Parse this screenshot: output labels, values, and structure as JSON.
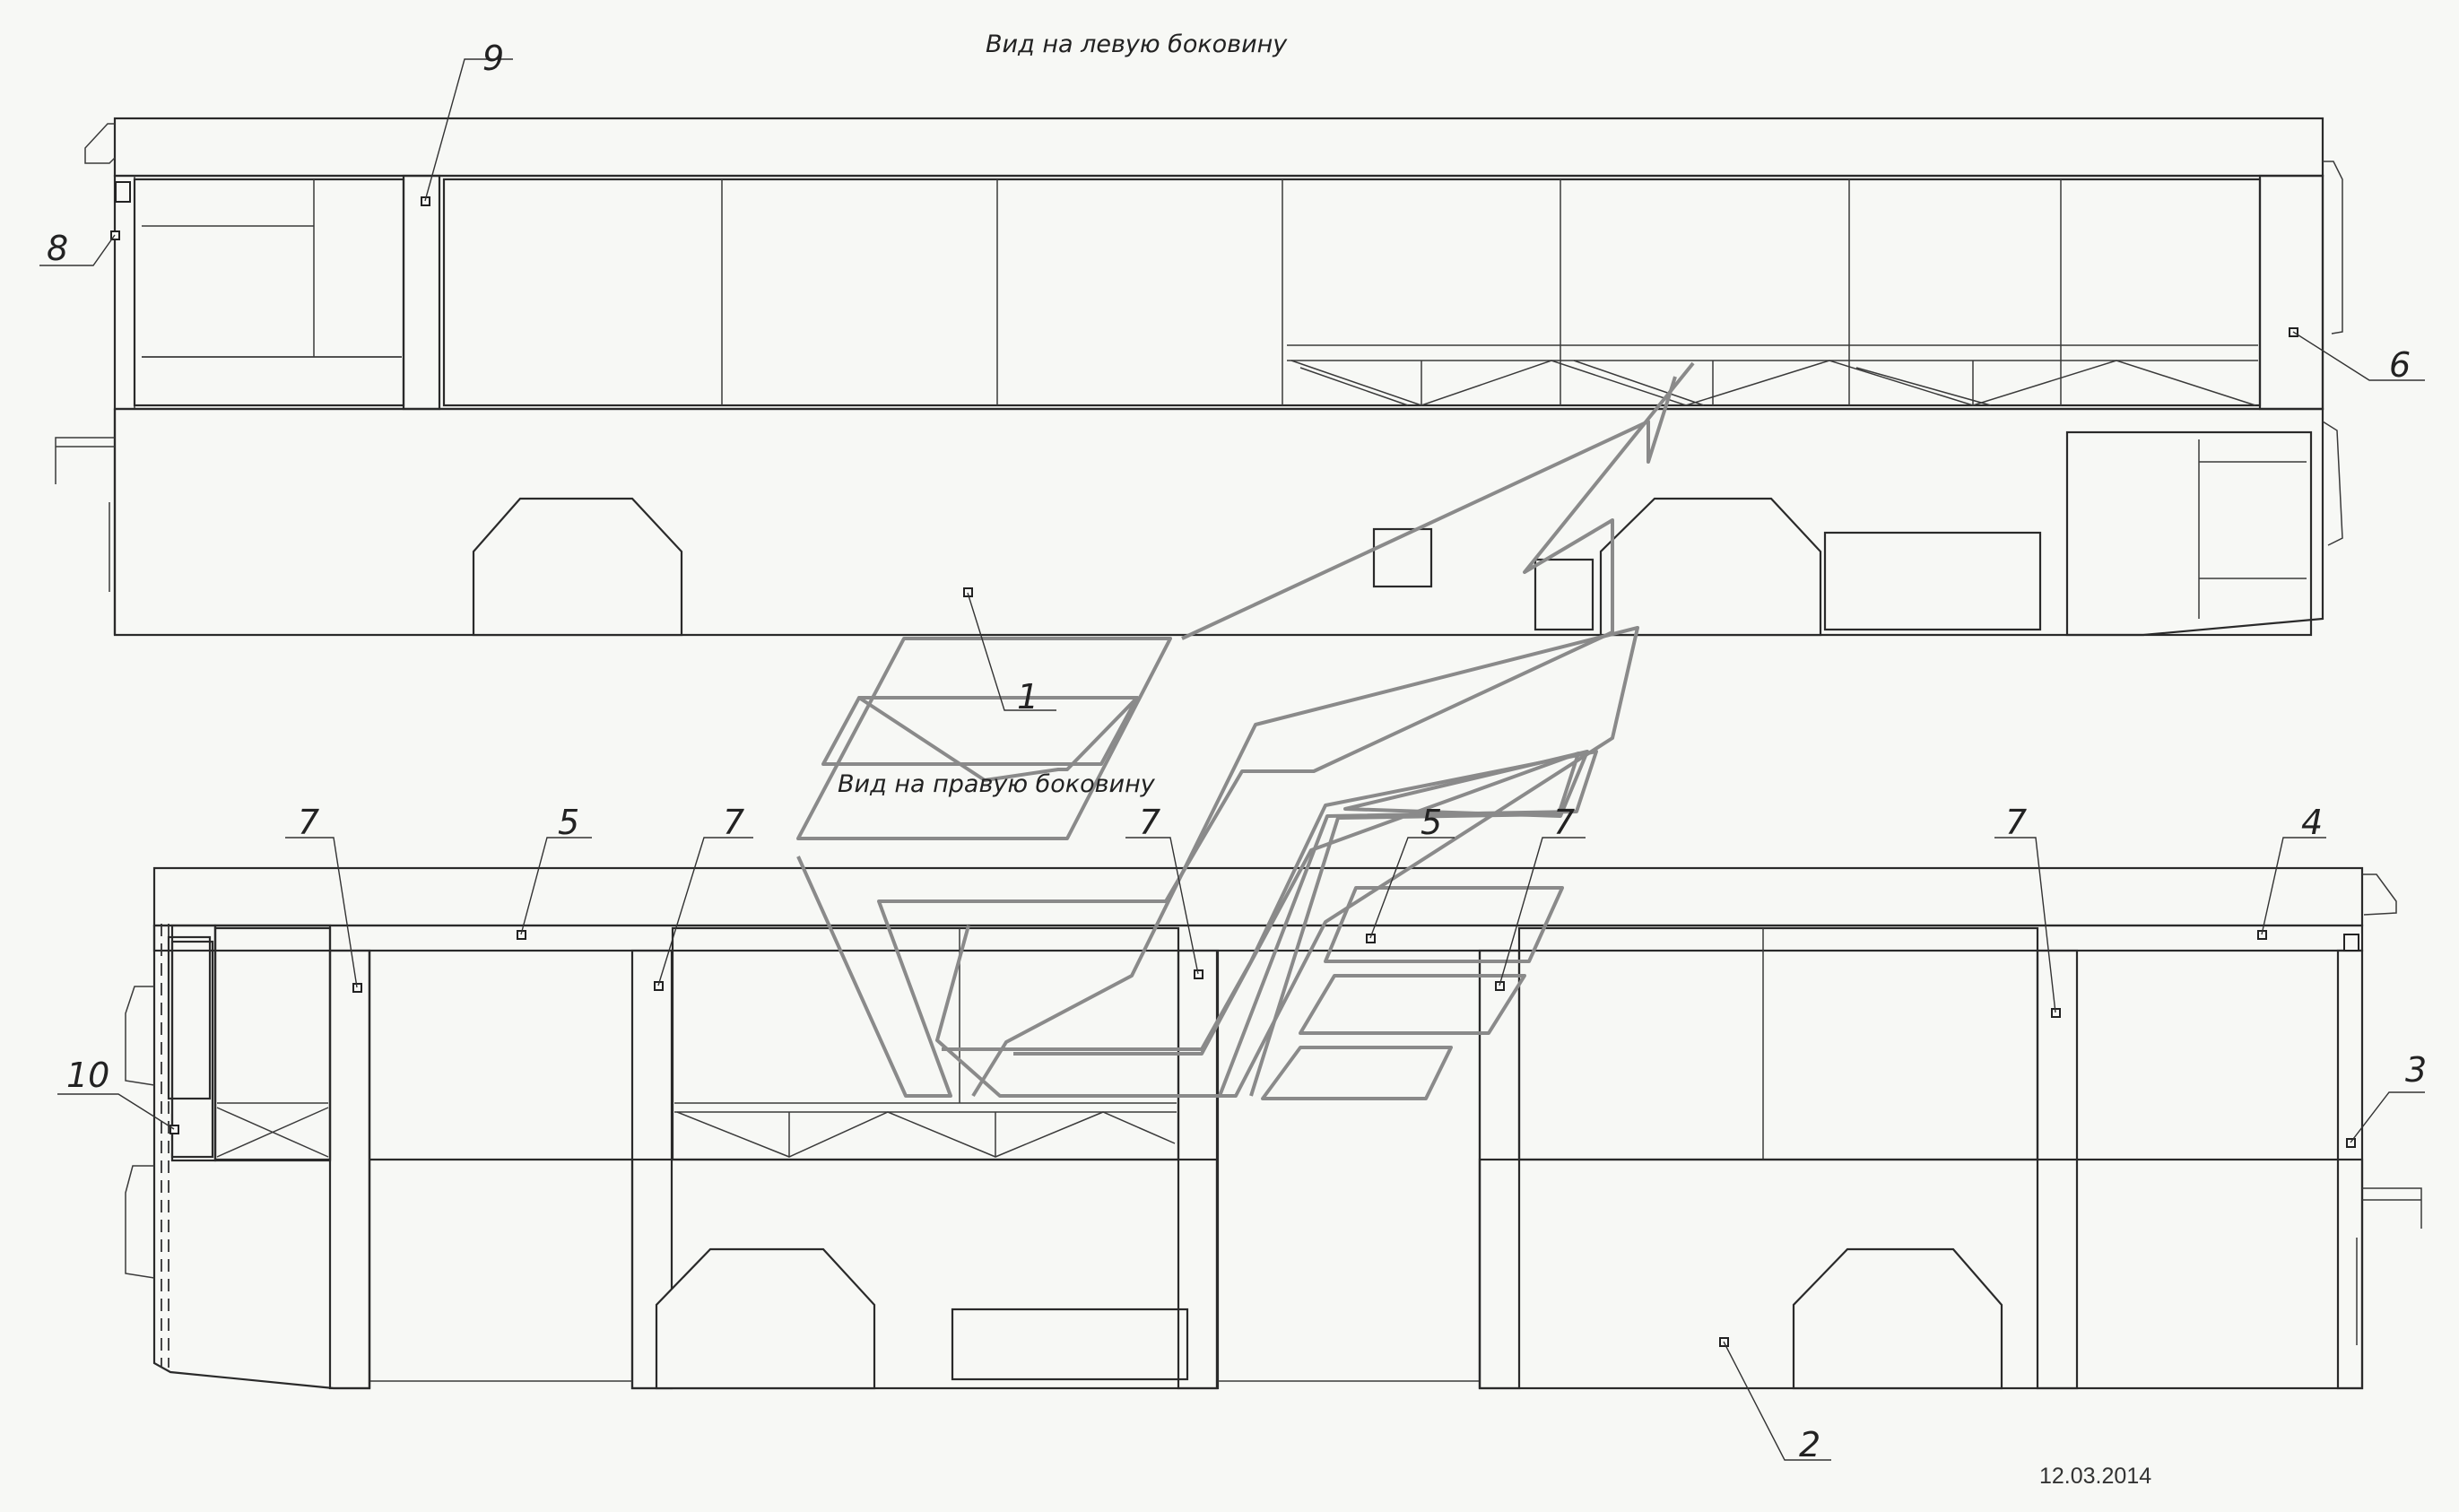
{
  "captions": {
    "left_view": "Вид на левую боковину",
    "right_view": "Вид на правую боковину"
  },
  "callouts": [
    "1",
    "2",
    "3",
    "4",
    "5",
    "6",
    "7",
    "8",
    "9",
    "10"
  ],
  "date": "12.03.2014",
  "colors": {
    "background": "#f7f8f5",
    "line": "#2a2a2a",
    "logo_watermark": "#8a8a8a"
  }
}
